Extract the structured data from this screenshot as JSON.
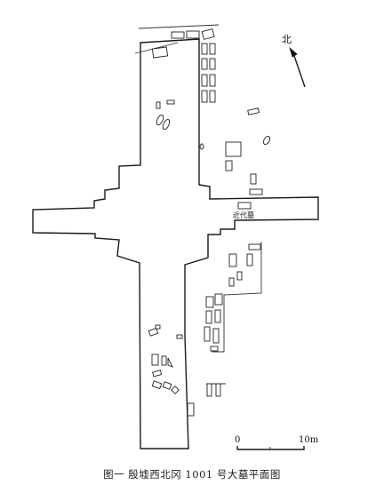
{
  "north_label": "北",
  "modern_tomb_label": "近代墓",
  "scale": {
    "start_label": "0",
    "end_label": "10m"
  },
  "caption": "图一   殷墟西北冈 1001 号大墓平面图"
}
